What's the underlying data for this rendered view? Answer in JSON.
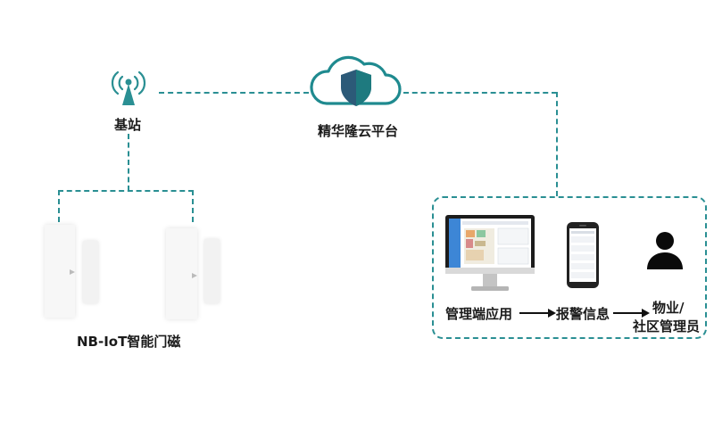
{
  "nodes": {
    "base_station": {
      "label": "基站"
    },
    "cloud_platform": {
      "label": "精华隆云平台"
    },
    "door_sensor": {
      "label": "NB-IoT智能门磁"
    }
  },
  "flow": {
    "step1": "管理端应用",
    "step2": "报警信息",
    "step3_line1": "物业/",
    "step3_line2": "社区管理员"
  },
  "colors": {
    "connector": "#2a8f93",
    "cloud": "#1f8a8f",
    "shield": "#2c5a78",
    "person": "#0a0a0a"
  },
  "icons": [
    "antenna-icon",
    "cloud-shield-icon",
    "monitor-icon",
    "smartphone-icon",
    "person-icon"
  ]
}
